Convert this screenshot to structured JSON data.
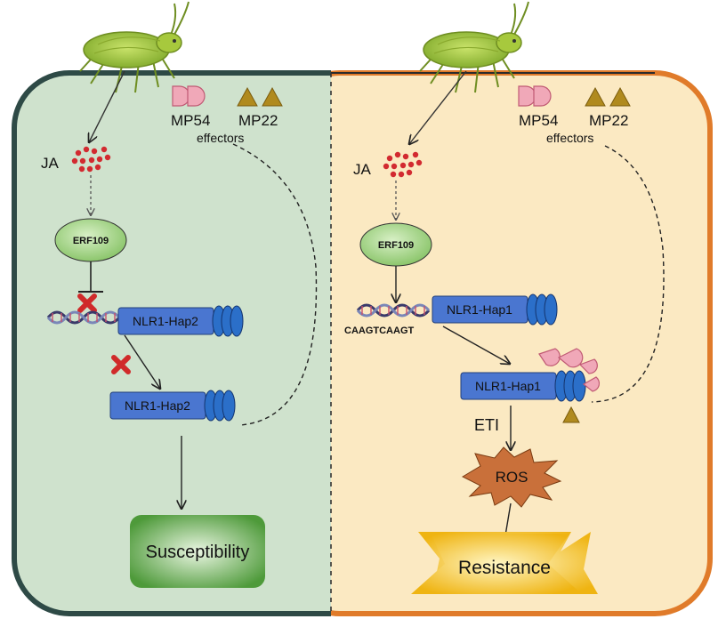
{
  "left_panel": {
    "hormone": "JA",
    "effector_1": "MP54",
    "effector_2": "MP22",
    "effectors_caption": "effectors",
    "tf": "ERF109",
    "gene": "NLR1-Hap2",
    "protein": "NLR1-Hap2",
    "outcome": "Susceptibility"
  },
  "right_panel": {
    "hormone": "JA",
    "effector_1": "MP54",
    "effector_2": "MP22",
    "effectors_caption": "effectors",
    "tf": "ERF109",
    "gene": "NLR1-Hap1",
    "binding_motif": "CAAGTCAAGT",
    "protein": "NLR1-Hap1",
    "immunity": "ETI",
    "signal": "ROS",
    "outcome": "Resistance"
  },
  "colors": {
    "left_fill": "#cfe2cd",
    "left_border": "#2e4a46",
    "right_fill": "#fbe9c2",
    "right_border": "#e07b2a",
    "nlr_box": "#4a76d0",
    "erf_oval": "#a7d78a",
    "effector_pink": "#f0a8b8",
    "effector_gold": "#b08a1e",
    "ja_dots": "#d22a30",
    "ros": "#c9703a",
    "susceptibility": "#4e9a3a",
    "resistance": "#f2c21c"
  }
}
